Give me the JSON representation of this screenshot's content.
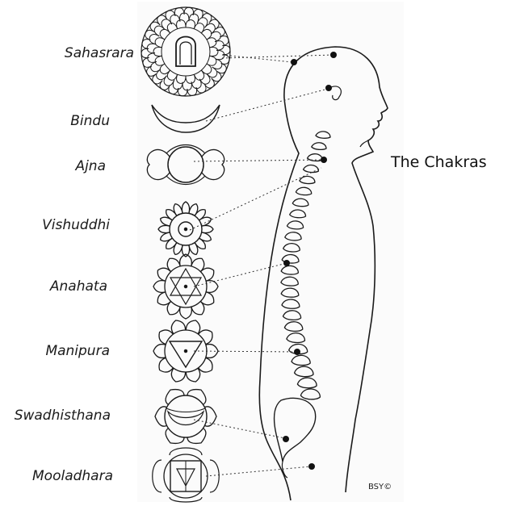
{
  "title": "The Chakras",
  "copyright": "BSY©",
  "chakras": [
    {
      "label": "Sahasrara",
      "icon": "thousand-petal-lotus-icon"
    },
    {
      "label": "Bindu",
      "icon": "crescent-moon-icon"
    },
    {
      "label": "Ajna",
      "icon": "two-petal-lotus-icon"
    },
    {
      "label": "Vishuddhi",
      "icon": "sixteen-petal-lotus-icon"
    },
    {
      "label": "Anahata",
      "icon": "twelve-petal-hexagram-lotus-icon"
    },
    {
      "label": "Manipura",
      "icon": "ten-petal-triangle-lotus-icon"
    },
    {
      "label": "Swadhisthana",
      "icon": "six-petal-crescent-lotus-icon"
    },
    {
      "label": "Mooladhara",
      "icon": "four-petal-square-lotus-icon"
    }
  ],
  "colors": {
    "line": "#1a1a1a",
    "panel_bg": "#fbfbfb"
  }
}
